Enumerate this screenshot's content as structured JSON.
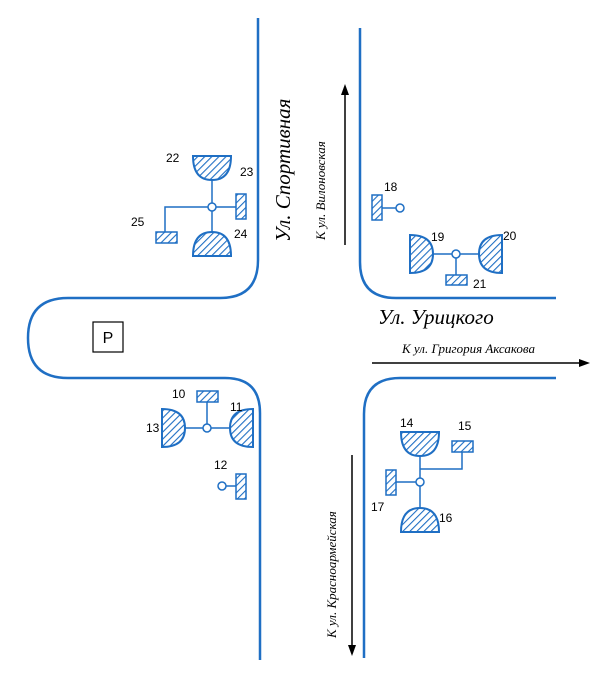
{
  "streets": {
    "vertical": "Ул.  Спортивная",
    "horizontal": "Ул. Урицкого"
  },
  "directions": {
    "north": "К ул. Вилоновская",
    "east": "К ул. Григория Аксакова",
    "south": "К ул. Красноармейская"
  },
  "parking": {
    "label": "P"
  },
  "signals": {
    "nw": {
      "car_top": "22",
      "car_top_right": "23",
      "car_bottom": "24",
      "ped_left": "25"
    },
    "ne": {
      "ped": "18",
      "car_left": "19",
      "car_right": "20",
      "ped_bottom": "21"
    },
    "sw": {
      "ped_top": "10",
      "car_right": "11",
      "car_left": "13",
      "ped_lower": "12"
    },
    "se": {
      "car_top": "14",
      "ped_right": "15",
      "ped_left": "17",
      "car_bottom": "16"
    }
  }
}
